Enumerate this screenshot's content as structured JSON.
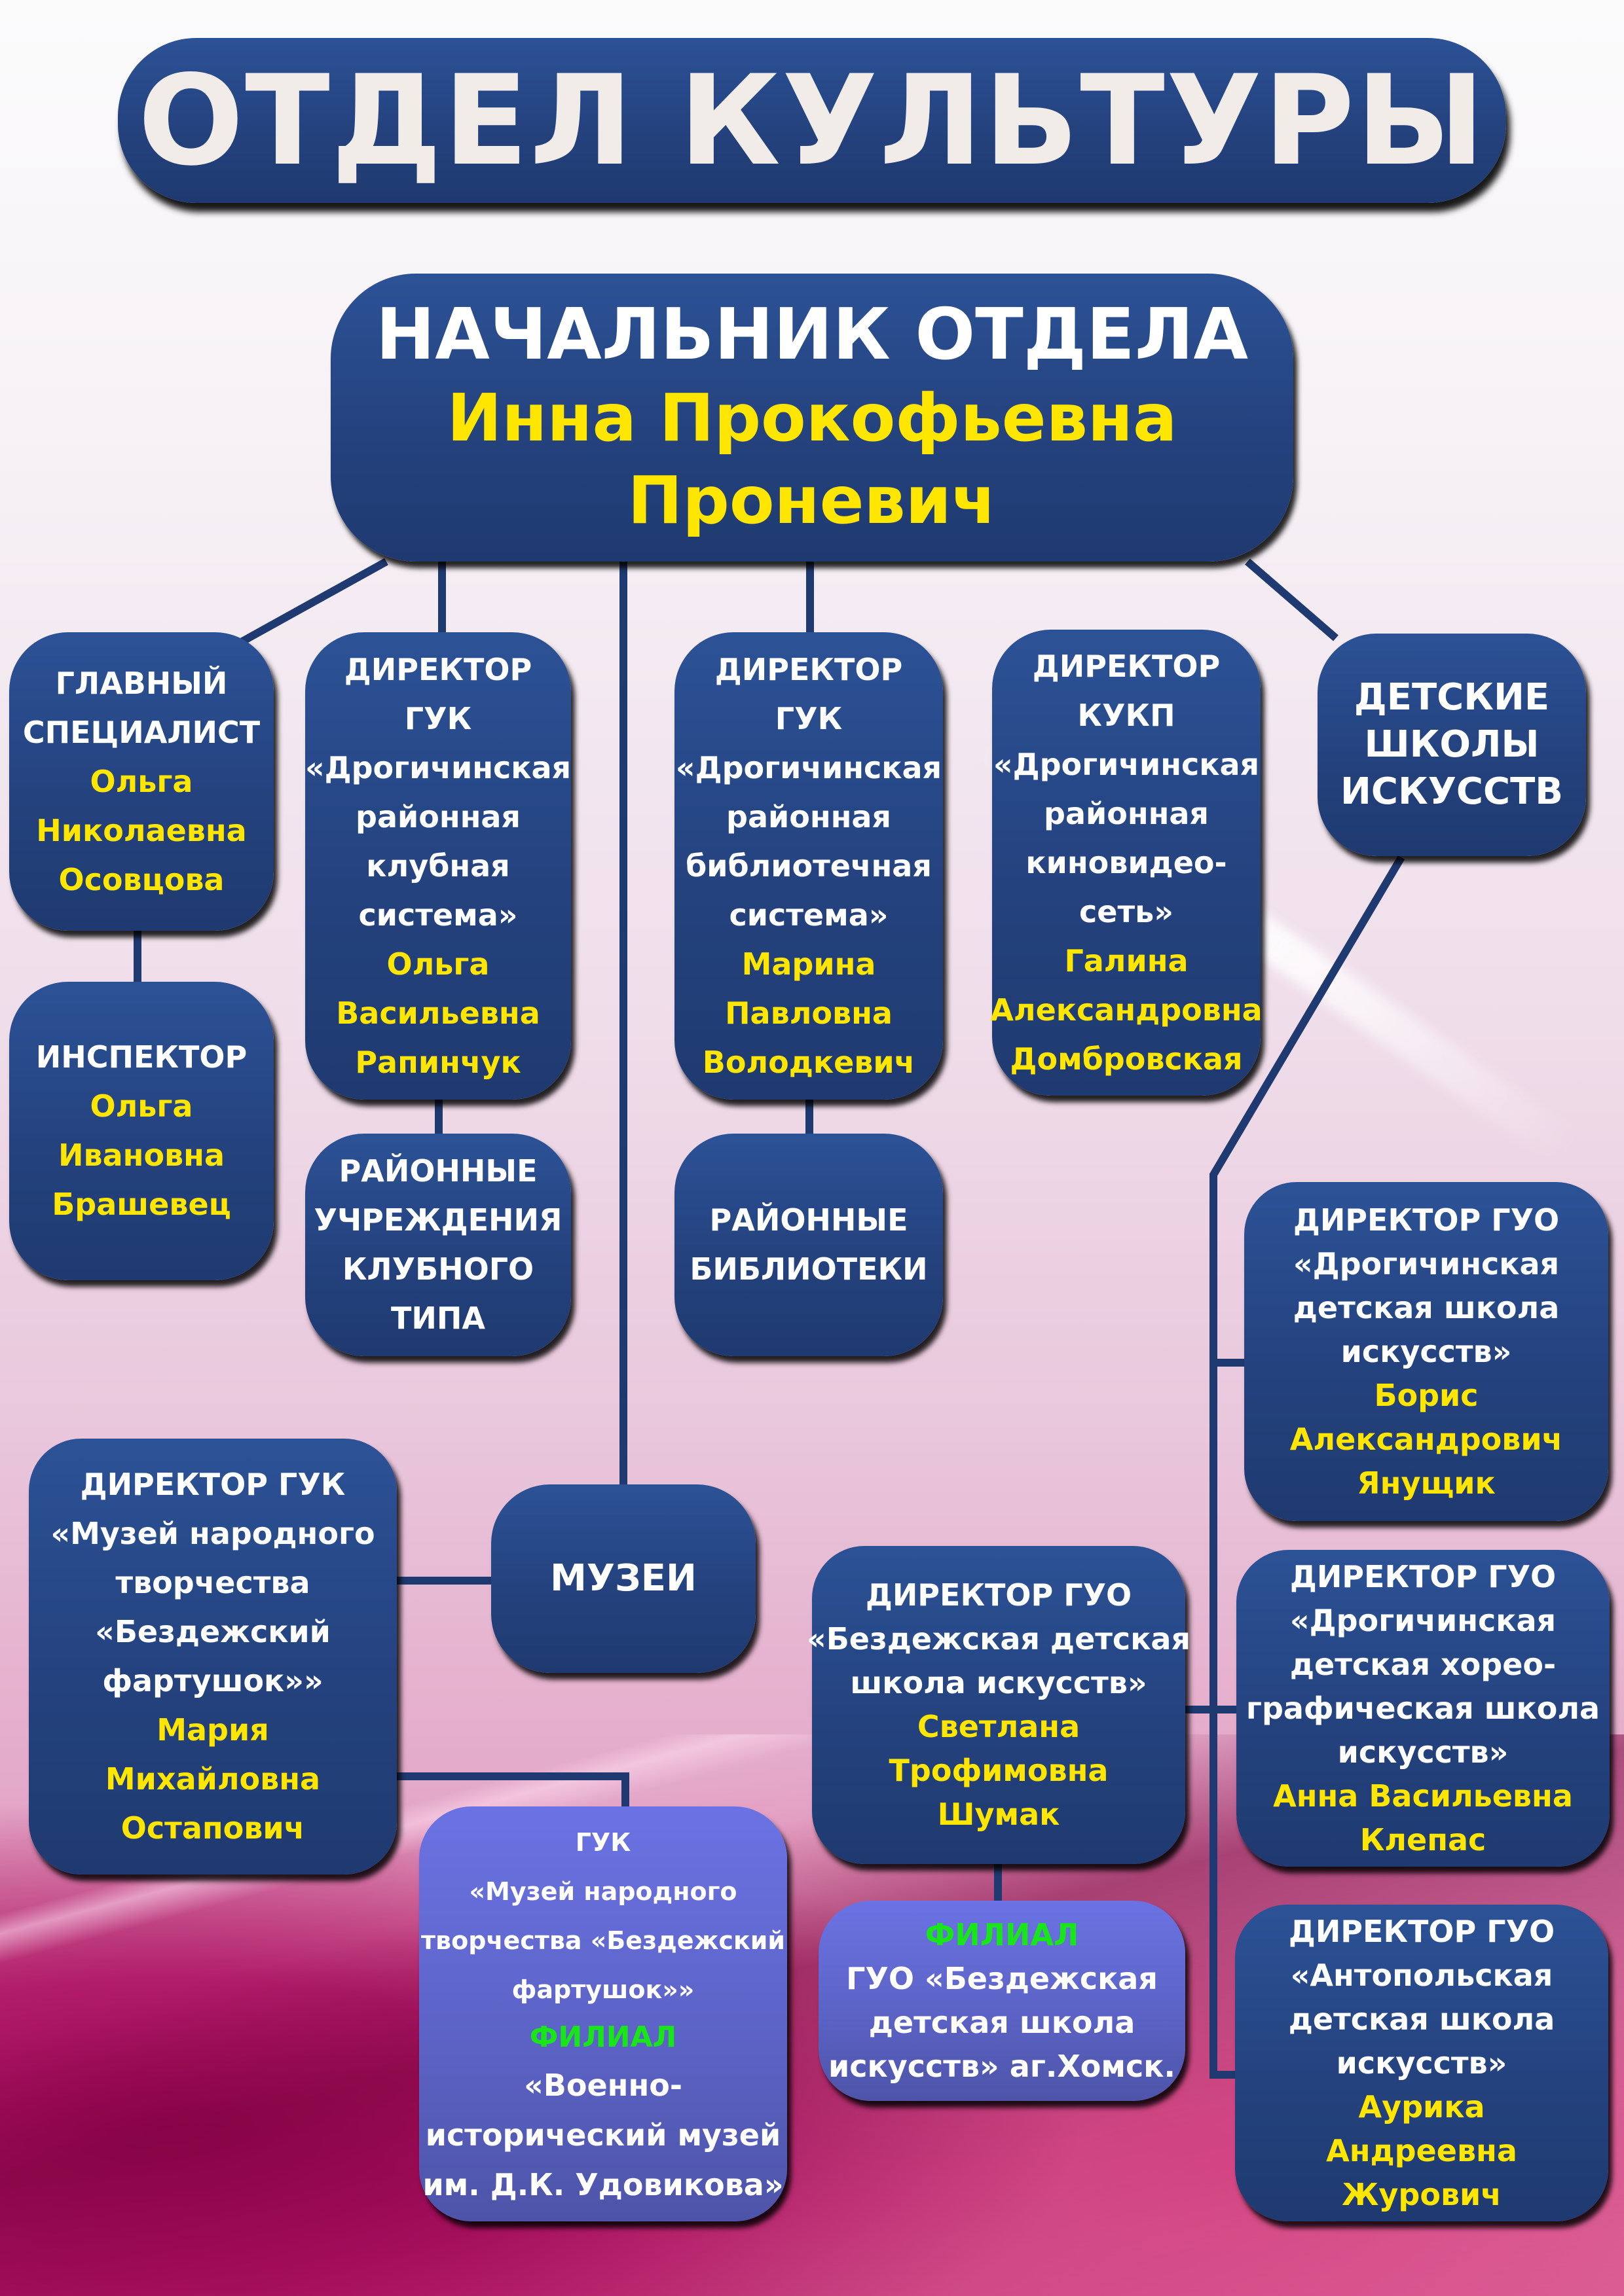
{
  "title": "ОТДЕЛ КУЛЬТУРЫ",
  "colors": {
    "box_dark": "#24427e",
    "box_light": "#5c63c6",
    "connector": "#1f3a70",
    "name_text": "#ffe600",
    "branch_text": "#19e619",
    "label_text": "#ffffff"
  },
  "head": {
    "role": "НАЧАЛЬНИК ОТДЕЛА",
    "name_lines": [
      "Инна Прокофьевна",
      "Проневич"
    ]
  },
  "nodes": {
    "chief_specialist": {
      "role_lines": [
        "ГЛАВНЫЙ",
        "СПЕЦИАЛИСТ"
      ],
      "name_lines": [
        "Ольга",
        "Николаевна",
        "Осовцова"
      ]
    },
    "inspector": {
      "role_lines": [
        "ИНСПЕКТОР"
      ],
      "name_lines": [
        "Ольга",
        "Ивановна",
        "Брашевец"
      ]
    },
    "club_director": {
      "role_lines": [
        "ДИРЕКТОР",
        "ГУК",
        "«Дрогичинская",
        "районная",
        "клубная",
        "система»"
      ],
      "name_lines": [
        "Ольга",
        "Васильевна",
        "Рапинчук"
      ]
    },
    "club_institutions": {
      "role_lines": [
        "РАЙОННЫЕ",
        "УЧРЕЖДЕНИЯ",
        "КЛУБНОГО",
        "ТИПА"
      ]
    },
    "library_director": {
      "role_lines": [
        "ДИРЕКТОР",
        "ГУК",
        "«Дрогичинская",
        "районная",
        "библиотечная",
        "система»"
      ],
      "name_lines": [
        "Марина",
        "Павловна",
        "Володкевич"
      ]
    },
    "libraries": {
      "role_lines": [
        "РАЙОННЫЕ",
        "БИБЛИОТЕКИ"
      ]
    },
    "cinema_director": {
      "role_lines": [
        "ДИРЕКТОР",
        "КУКП",
        "«Дрогичинская",
        "районная",
        "киновидео-",
        "сеть»"
      ],
      "name_lines": [
        "Галина",
        "Александровна",
        "Домбровская"
      ]
    },
    "art_schools": {
      "role_lines": [
        "ДЕТСКИЕ",
        "ШКОЛЫ",
        "ИСКУССТВ"
      ]
    },
    "museums": {
      "role_lines": [
        "МУЗЕИ"
      ]
    },
    "museum_director": {
      "role_lines": [
        "ДИРЕКТОР ГУК",
        "«Музей народного",
        "творчества",
        "«Бездежский",
        "фартушок»»"
      ],
      "name_lines": [
        "Мария",
        "Михайловна",
        "Остапович"
      ]
    },
    "museum_branch": {
      "role_lines": [
        "ГУК",
        "«Музей народного",
        "творчества «Бездежский",
        "фартушок»»"
      ],
      "branch_label": "ФИЛИАЛ",
      "branch_lines": [
        "«Военно-",
        "исторический музей",
        "им. Д.К. Удовикова»"
      ]
    },
    "school_drogichin": {
      "role_lines": [
        "ДИРЕКТОР ГУО",
        "«Дрогичинская",
        "детская школа",
        "искусств»"
      ],
      "name_lines": [
        "Борис",
        "Александрович",
        "Янущик"
      ]
    },
    "school_bezdezh": {
      "role_lines": [
        "ДИРЕКТОР ГУО",
        "«Бездежская детская",
        "школа искусств»"
      ],
      "name_lines": [
        "Светлана",
        "Трофимовна",
        "Шумак"
      ]
    },
    "school_choreo": {
      "role_lines": [
        "ДИРЕКТОР ГУО",
        "«Дрогичинская",
        "детская хорео-",
        "графическая школа",
        "искусств»"
      ],
      "name_lines": [
        "Анна Васильевна",
        "Клепас"
      ]
    },
    "school_bezdezh_branch": {
      "branch_label": "ФИЛИАЛ",
      "role_lines": [
        "ГУО «Бездежская",
        "детская школа",
        "искусств» аг.Хомск."
      ]
    },
    "school_antopol": {
      "role_lines": [
        "ДИРЕКТОР ГУО",
        "«Антопольская",
        "детская школа",
        "искусств»"
      ],
      "name_lines": [
        "Аурика",
        "Андреевна",
        "Журович"
      ]
    }
  }
}
